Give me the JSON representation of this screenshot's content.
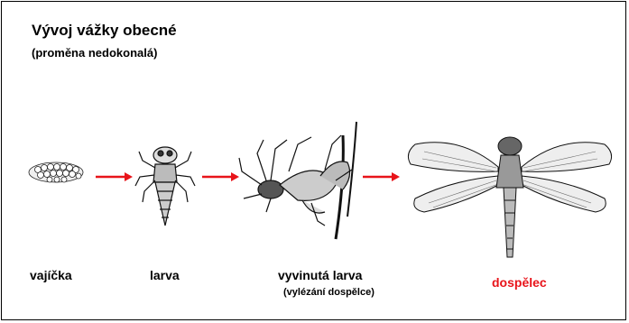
{
  "title": "Vývoj vážky obecné",
  "subtitle": "(proměna nedokonalá)",
  "stages": {
    "eggs": "vajíčka",
    "larva": "larva",
    "developed_larva": "vyvinutá larva",
    "developed_larva_note": "(vylézání dospělce)",
    "adult": "dospělec"
  },
  "colors": {
    "arrow": "#e8141a",
    "adult_label": "#e8141a",
    "text": "#000000"
  }
}
